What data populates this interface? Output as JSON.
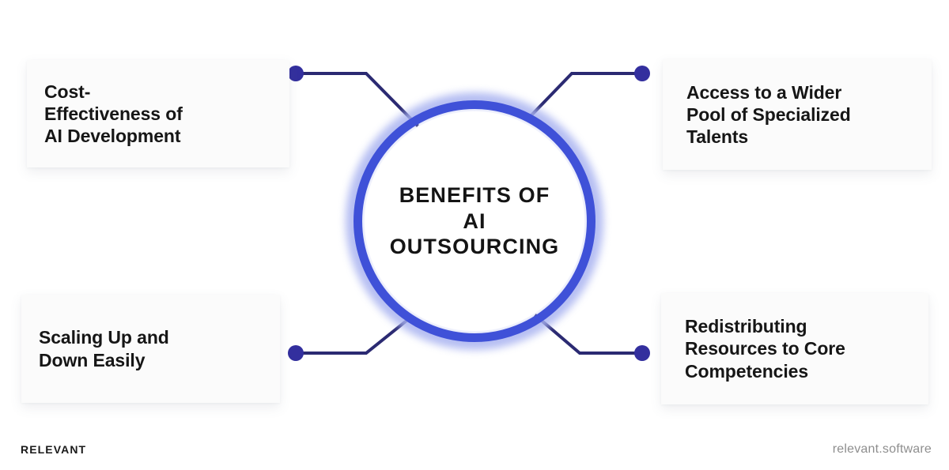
{
  "hub": {
    "title": "BENEFITS OF\nAI\nOUTSOURCING",
    "ring_color": "#3f51d8",
    "glow_color": "#a8b2f0"
  },
  "connectors": {
    "line_color": "#2b2a72",
    "dot_color": "#332f9e"
  },
  "cards": {
    "top_left": {
      "text": "Cost-\nEffectiveness of\nAI Development"
    },
    "top_right": {
      "text": "Access to a Wider\nPool of Specialized\nTalents"
    },
    "bottom_left": {
      "text": "Scaling Up and\nDown Easily"
    },
    "bottom_right": {
      "text": "Redistributing\nResources to Core\nCompetencies"
    }
  },
  "footer": {
    "brand": "RELEVANT",
    "site": "relevant.software"
  }
}
